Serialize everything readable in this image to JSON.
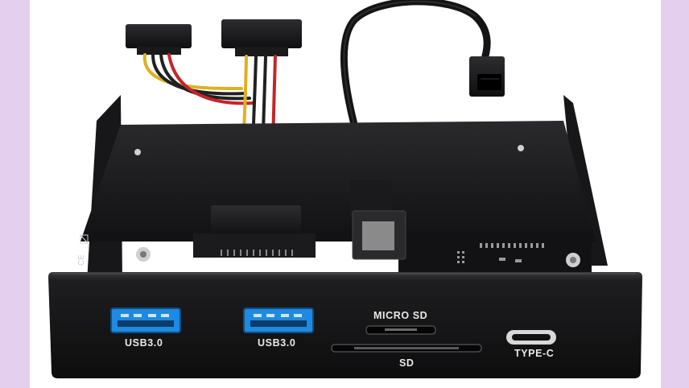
{
  "product": {
    "front_labels": {
      "usb1": "USB3.0",
      "usb2": "USB3.0",
      "micro_sd": "MICRO SD",
      "sd": "SD",
      "type_c": "TYPE-C"
    },
    "marks": "CE",
    "colors": {
      "side_bands": "#e4cfee",
      "background": "#ffffff",
      "body": "#1b1b1d",
      "usb_blue": "#1f8ae0"
    }
  }
}
